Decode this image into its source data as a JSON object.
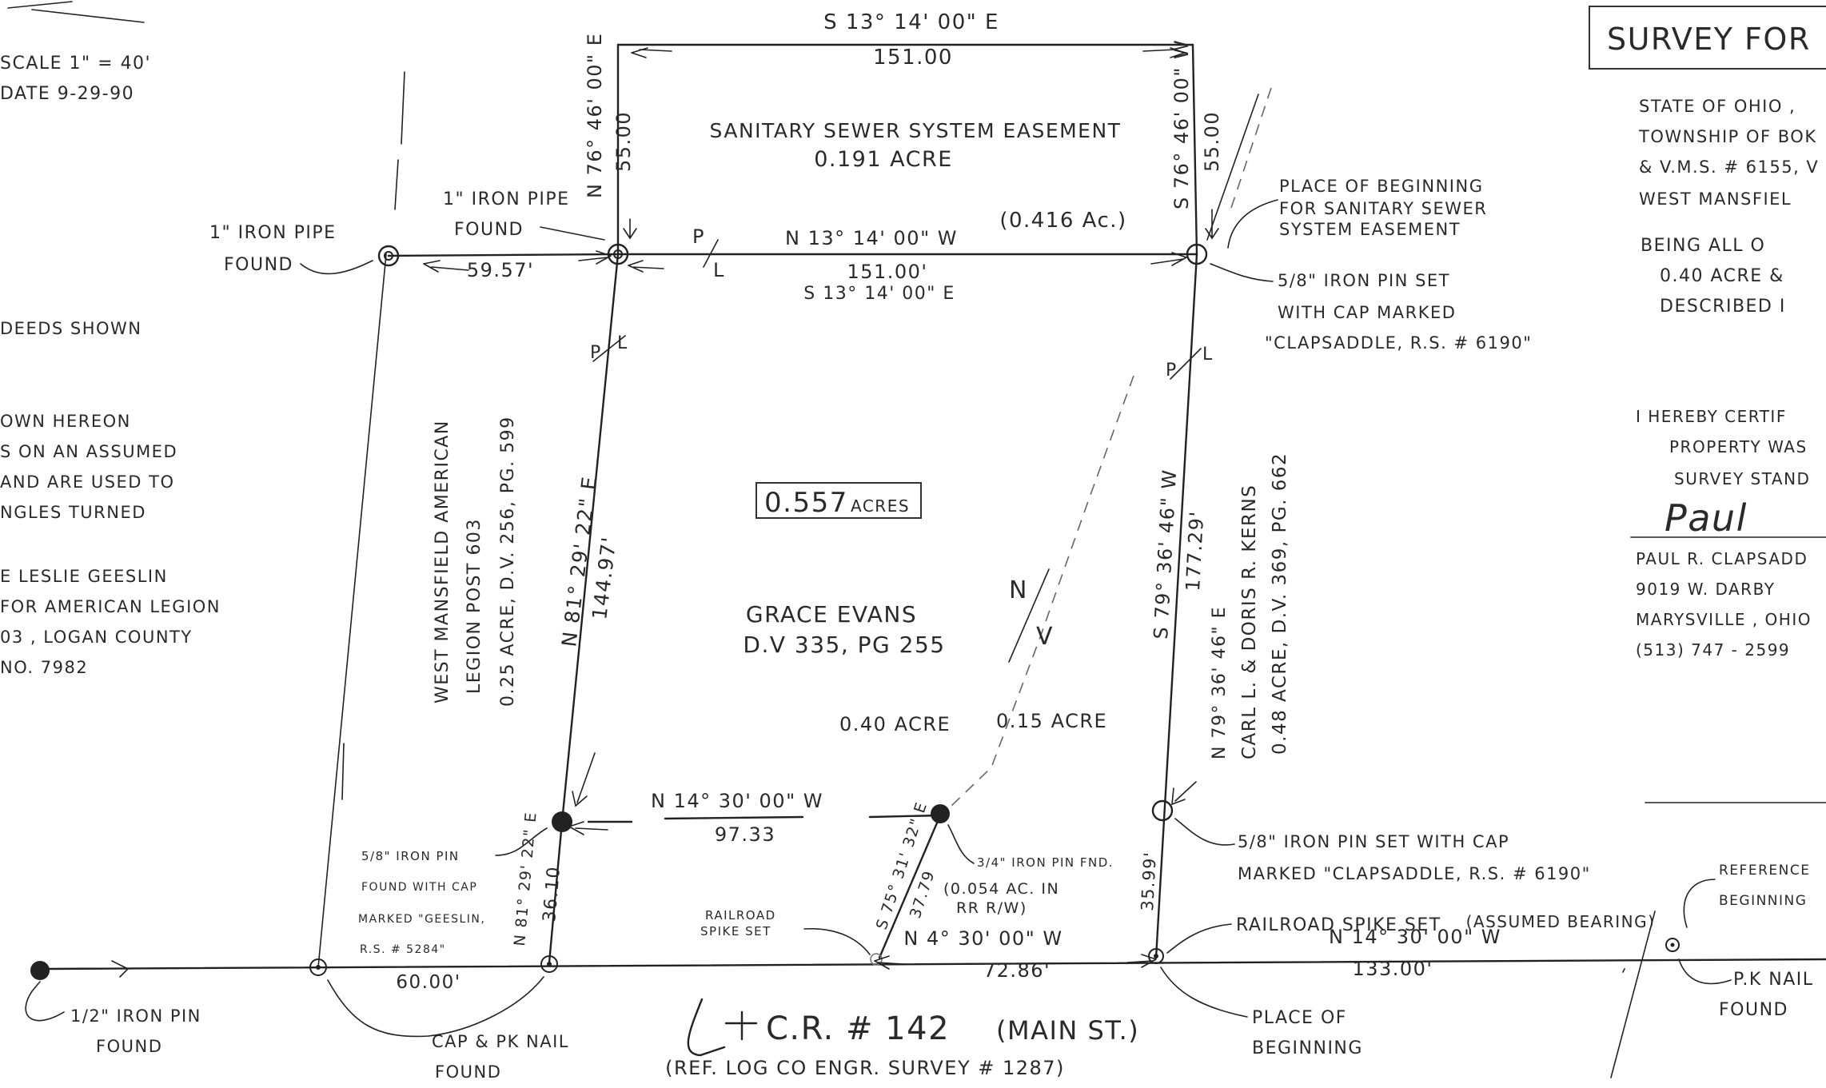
{
  "header": {
    "scale": "SCALE 1\" = 40'",
    "date": "DATE 9-29-90",
    "survey_for": "SURVEY FOR"
  },
  "left_notes": {
    "deeds": "DEEDS SHOWN",
    "bearing_lines": [
      "OWN HEREON",
      "S ON AN ASSUMED",
      "AND ARE USED TO",
      "NGLES TURNED"
    ],
    "geeslin_lines": [
      "E   LESLIE GEESLIN",
      "FOR   AMERICAN LEGION",
      "03   ,   LOGAN COUNTY",
      "NO. 7982"
    ]
  },
  "right_block": {
    "location_lines": [
      "STATE OF OHIO ,",
      "TOWNSHIP OF BOK",
      "& V.M.S. # 6155, V",
      "WEST MANSFIEL"
    ],
    "being_lines": [
      "BEING   ALL  O",
      "0.40 ACRE  &",
      "DESCRIBED  I"
    ],
    "certify_lines": [
      "I  HEREBY  CERTIF",
      "PROPERTY  WAS",
      "SURVEY  STAND"
    ],
    "signature": "Paul",
    "surveyor_lines": [
      "PAUL R. CLAPSADD",
      "9019  W. DARBY",
      "MARYSVILLE , OHIO",
      "(513) 747 - 2599"
    ],
    "reference_lines": [
      "REFERENCE",
      "BEGINNING"
    ],
    "pk_nail_lines": [
      "P.K NAIL",
      "FOUND"
    ]
  },
  "easement": {
    "top_bearing": "S 13° 14' 00\" E",
    "top_distance": "151.00",
    "left_bearing": "N 76° 46' 00\" E",
    "left_distance": "55.00",
    "right_bearing": "S 76° 46' 00\" W",
    "right_distance": "55.00",
    "title": "SANITARY   SEWER  SYSTEM  EASEMENT",
    "acreage": "0.191  ACRE",
    "total_acreage": "(0.416 Ac.)",
    "pob_lines": [
      "PLACE  OF  BEGINNING",
      "FOR  SANITARY SEWER",
      "SYSTEM  EASEMENT"
    ]
  },
  "north_line": {
    "bearing": "N 13° 14' 00\" W",
    "distance": "151.00'",
    "bearing_reverse": "S 13° 14' 00\" E",
    "west_distance": "59.57'",
    "pl_p": "P",
    "pl_l": "L"
  },
  "monuments": {
    "iron_pipe_west": [
      "1\" IRON PIPE",
      "FOUND"
    ],
    "iron_pipe_corner": [
      "1\" IRON PIPE",
      "FOUND"
    ],
    "iron_pin_set_ne": [
      "5/8\" IRON PIN SET",
      "WITH CAP MARKED",
      "\"CLAPSADDLE, R.S. # 6190\""
    ],
    "iron_pin_set_se": [
      "5/8\" IRON PIN SET WITH CAP",
      "MARKED \"CLAPSADDLE, R.S. # 6190\""
    ],
    "iron_pin_found_sw": [
      "5/8\" IRON PIN",
      "FOUND WITH CAP",
      "MARKED \"GEESLIN,",
      "R.S. # 5284\""
    ],
    "iron_pin_found_mid": [
      "3/4\" IRON PIN FND.",
      "(0.054 AC. IN",
      "RR R/W)"
    ],
    "railroad_spike_mid": [
      "RAILROAD",
      "SPIKE SET"
    ],
    "railroad_spike_se": "RAILROAD SPIKE SET",
    "half_iron_pin": [
      "1/2\" IRON PIN",
      "FOUND"
    ],
    "cap_pk_nail": [
      "CAP & PK NAIL",
      "FOUND"
    ],
    "place_of_beginning": [
      "PLACE OF",
      "BEGINNING"
    ]
  },
  "parcel": {
    "acreage_box": "0.557",
    "acreage_unit": "ACRES",
    "owner": "GRACE   EVANS",
    "deed": "D.V 335, PG 255",
    "acre_split_a": "0.40 ACRE",
    "acre_split_b": "0.15 ACRE",
    "west_bearing": "N 81° 29' 22\" E",
    "west_distance": "144.97'",
    "east_bearing": "S 79° 36' 46\" W",
    "east_distance": "177.29'",
    "inner_bearing": "N 14° 30' 00\" W",
    "inner_distance": "97.33",
    "sw_bearing": "N 81° 29' 22\" E",
    "sw_distance": "36.10",
    "mid_bearing": "S 75° 31' 32\" E",
    "mid_distance": "37.79",
    "se_distance": "35.99'",
    "south_bearing": "N 4° 30' 00\" W",
    "south_distance": "72.86'",
    "south_west_distance": "60.00'",
    "assumed_bearing": "N 14° 30' 00\" W",
    "assumed_note": "(ASSUMED BEARING)",
    "east_outer_distance": "133.00'",
    "north_arrow_n": "N",
    "north_arrow_v": "V"
  },
  "adjoiners": {
    "legion_lines": [
      "WEST MANSFIELD AMERICAN",
      "LEGION POST 603",
      "0.25 ACRE, D.V. 256, PG. 599"
    ],
    "kerns_lines": [
      "CARL L. & DORIS R. KERNS",
      "0.48 ACRE, D.V. 369, PG. 662"
    ],
    "kerns_bearing": "N 79° 36' 46\" E"
  },
  "road": {
    "name": "C.R. # 142",
    "street": "(MAIN ST.)",
    "reference": "(REF. LOG CO ENGR. SURVEY # 1287)"
  }
}
